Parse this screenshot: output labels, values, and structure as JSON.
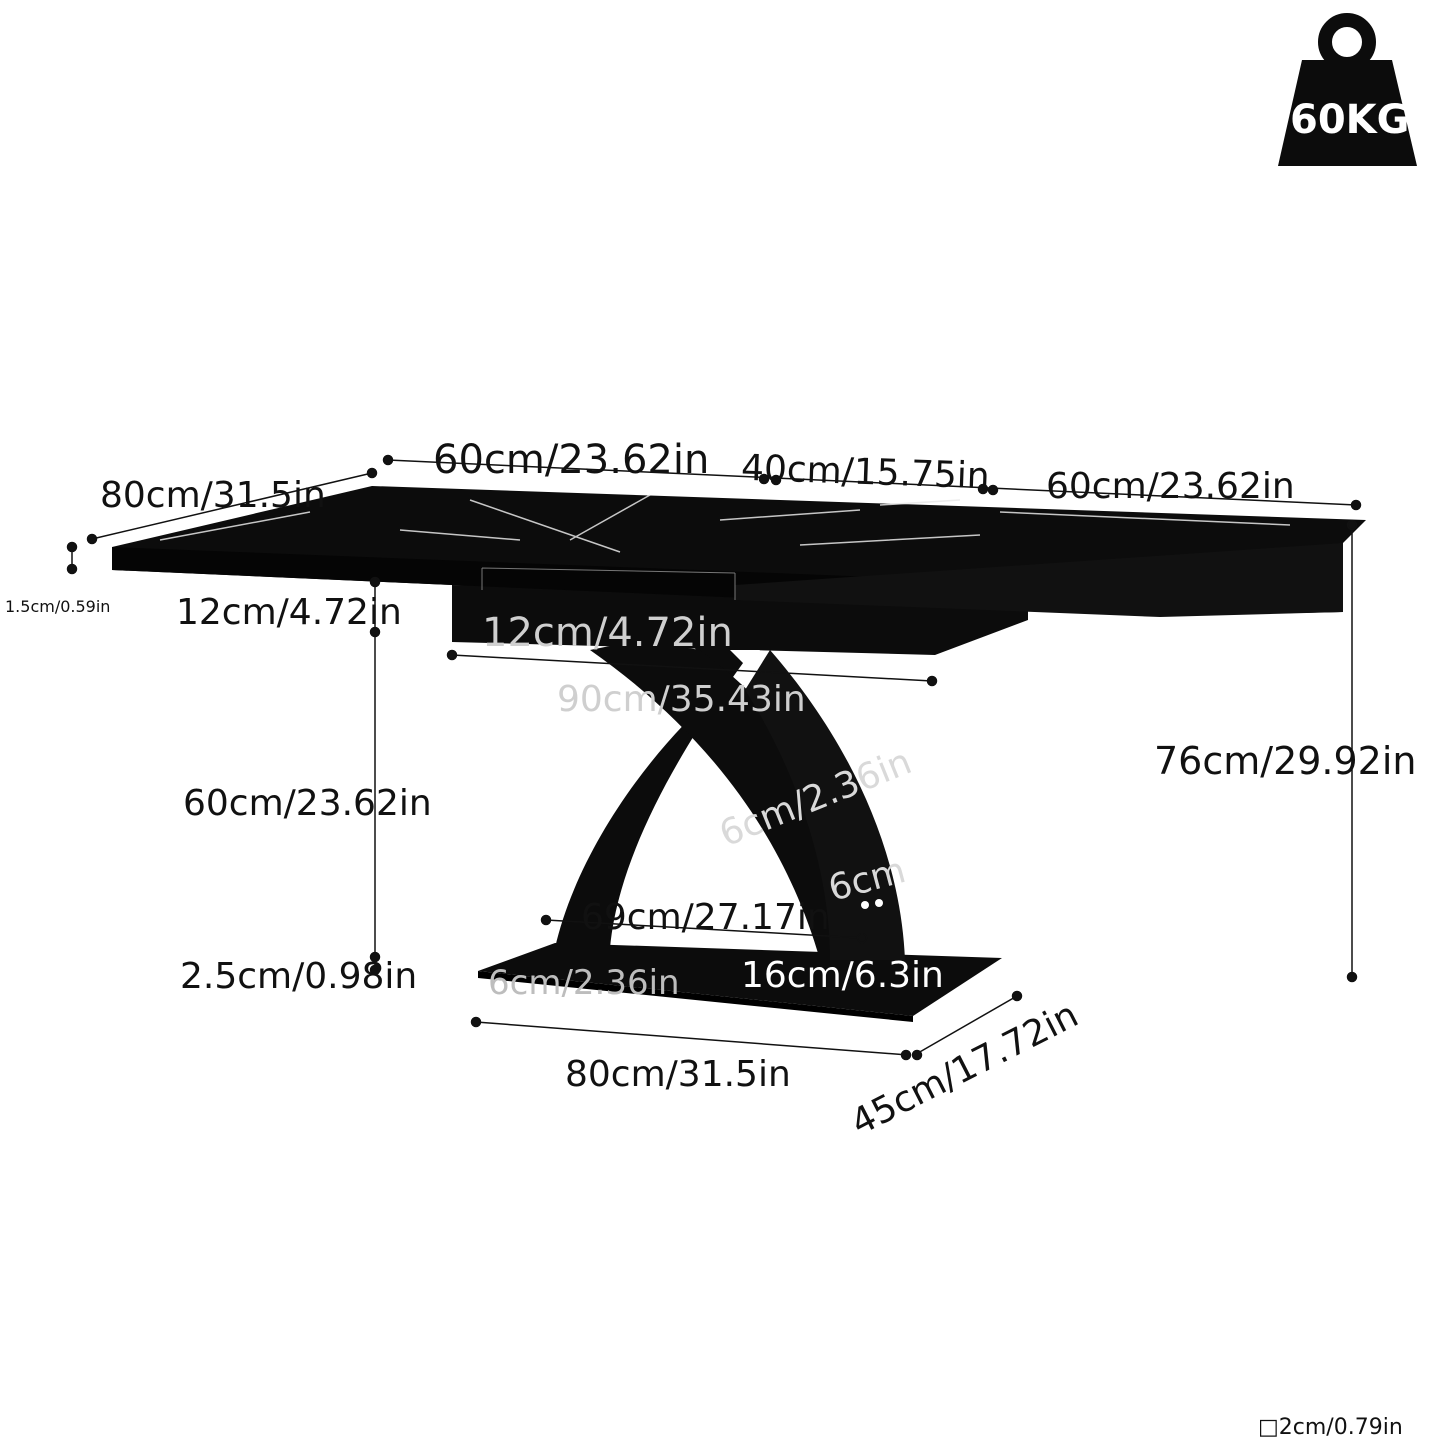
{
  "weight_badge": {
    "text": "60KG",
    "icon": "weight-icon"
  },
  "dimensions": {
    "top_leaf_left": "60cm/23.62in",
    "top_leaf_middle": "40cm/15.75in",
    "top_leaf_right": "60cm/23.62in",
    "top_depth": "80cm/31.5in",
    "top_thickness": "1.5cm/0.59in",
    "apron_height_left": "12cm/4.72in",
    "apron_height_front": "12cm/4.72in",
    "apron_length": "90cm/35.43in",
    "total_height": "76cm/29.92in",
    "leg_height": "60cm/23.62in",
    "leg_width": "6cm/2.36in",
    "leg_thickness": "6cm",
    "leg_span": "69cm/27.17in",
    "base_thickness": "2.5cm/0.98in",
    "base_leg_width": "6cm/2.36in",
    "base_inner": "16cm/6.3in",
    "base_length": "80cm/31.5in",
    "base_depth": "45cm/17.72in",
    "footnote": "□2cm/0.79in"
  },
  "colors": {
    "table": "#0c0c0c",
    "dim_line": "#111111",
    "vein": "#e8e8e8"
  }
}
